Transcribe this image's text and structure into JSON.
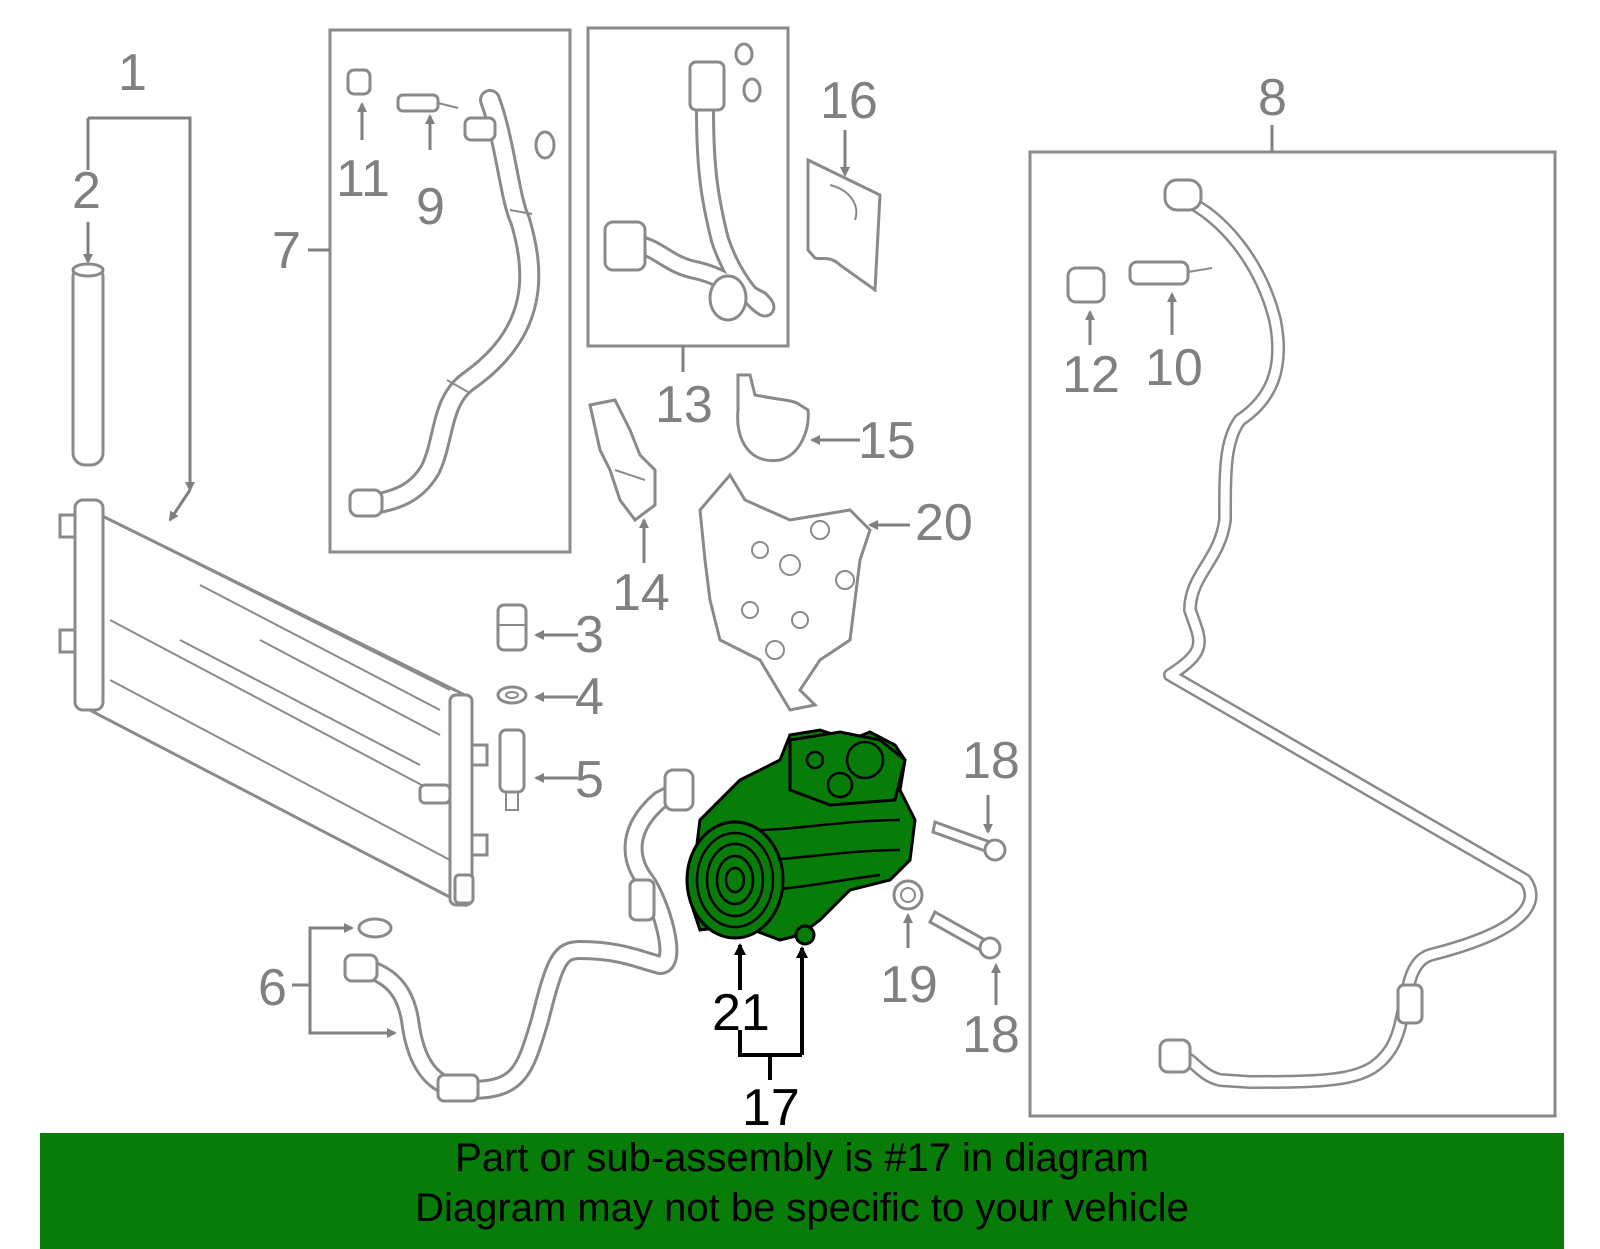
{
  "labels": {
    "p1": "1",
    "p2": "2",
    "p3": "3",
    "p4": "4",
    "p5": "5",
    "p6": "6",
    "p7": "7",
    "p8": "8",
    "p9": "9",
    "p10": "10",
    "p11": "11",
    "p12": "12",
    "p13": "13",
    "p14": "14",
    "p15": "15",
    "p16": "16",
    "p17": "17",
    "p18a": "18",
    "p18b": "18",
    "p19": "19",
    "p20": "20",
    "p21": "21"
  },
  "banner": {
    "line1": "Part or sub-assembly is #17 in diagram",
    "line2": "Diagram may not be specific to your vehicle"
  },
  "colors": {
    "highlight": "#087c08",
    "line": "#8a8a8a",
    "label": "#808080"
  }
}
